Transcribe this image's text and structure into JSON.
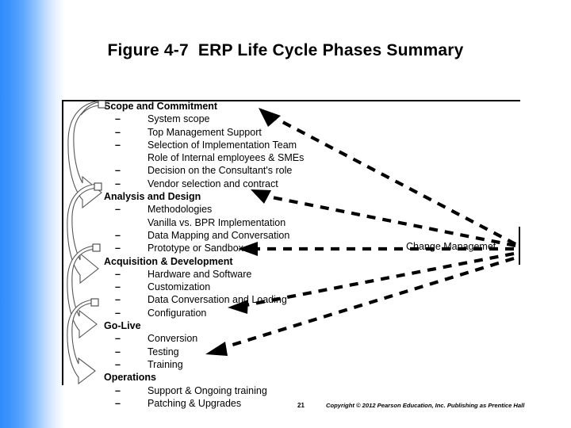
{
  "slide": {
    "title": "Figure 4-7  ERP Life Cycle Phases Summary"
  },
  "figure": {
    "side_label": "Change Managemet",
    "phases": [
      {
        "name": "Scope and Commitment",
        "items": [
          {
            "text": "System scope",
            "dash": true
          },
          {
            "text": "Top Management Support",
            "dash": true
          },
          {
            "text": "Selection of Implementation Team",
            "dash": true
          },
          {
            "text": "Role of Internal employees & SMEs",
            "dash": false
          },
          {
            "text": "Decision on the Consultant's role",
            "dash": true
          },
          {
            "text": "Vendor selection and contract",
            "dash": true
          }
        ]
      },
      {
        "name": "Analysis and Design",
        "items": [
          {
            "text": "Methodologies",
            "dash": true
          },
          {
            "text": "Vanilla vs. BPR Implementation",
            "dash": false
          },
          {
            "text": "Data Mapping and Conversation",
            "dash": true
          },
          {
            "text": "Prototype or Sandbox",
            "dash": true
          }
        ]
      },
      {
        "name": "Acquisition & Development",
        "items": [
          {
            "text": "Hardware and Software",
            "dash": true
          },
          {
            "text": "Customization",
            "dash": true
          },
          {
            "text": "Data Conversation and Loading",
            "dash": true
          },
          {
            "text": "Configuration",
            "dash": true
          }
        ]
      },
      {
        "name": "Go-Live",
        "items": [
          {
            "text": "Conversion",
            "dash": true
          },
          {
            "text": "Testing",
            "dash": true
          },
          {
            "text": "Training",
            "dash": true
          }
        ]
      },
      {
        "name": "Operations",
        "items": [
          {
            "text": "Support & Ongoing training",
            "dash": true
          },
          {
            "text": "Patching & Upgrades",
            "dash": true
          }
        ]
      }
    ],
    "dash_glyph": "–"
  },
  "footer": {
    "page_number": "21",
    "copyright": "Copyright © 2012 Pearson Education, Inc. Publishing as Prentice Hall"
  },
  "colors": {
    "band_blue": "#2f8cfd",
    "ink": "#000000",
    "background": "#ffffff"
  }
}
